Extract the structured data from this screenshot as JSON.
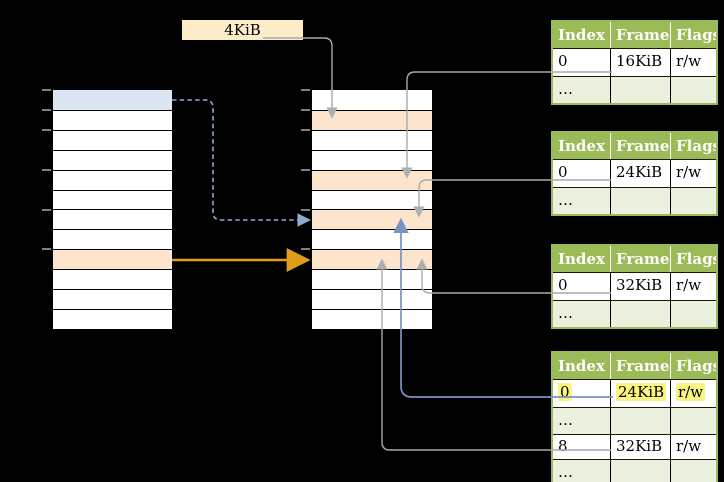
{
  "canvas": {
    "background": "#000000"
  },
  "size_label": {
    "text": "4KiB"
  },
  "colors": {
    "background": "#000000",
    "table_header_bg": "#9bbb59",
    "table_dots_row_bg": "#ebf1de",
    "table_body_bg": "#ffffff",
    "table_header_text": "#ffffff",
    "highlight_yellow": "#fbf57f",
    "frame_orange": "#fde4cd",
    "page_blue": "#dbe5f1",
    "label_cream": "#fdecc8",
    "connector_gray": "#a9a9a9",
    "connector_blue": "#7793c5",
    "connector_dashed_blue": "#8ea9d2",
    "connector_orange": "#df9c1a",
    "tick_gray": "#7f7f7f"
  },
  "virtual_memory": {
    "rows": 12,
    "highlighted": [
      {
        "row": 0,
        "color_key": "page_blue"
      },
      {
        "row": 8,
        "color_key": "frame_orange"
      }
    ],
    "ticks": [
      0,
      1,
      2,
      4,
      6,
      8
    ]
  },
  "physical_memory": {
    "rows": 12,
    "highlighted": [
      {
        "row": 1,
        "color_key": "frame_orange"
      },
      {
        "row": 4,
        "color_key": "frame_orange"
      },
      {
        "row": 6,
        "color_key": "frame_orange"
      },
      {
        "row": 8,
        "color_key": "frame_orange"
      }
    ],
    "ticks": [
      0,
      1,
      2,
      4,
      6,
      8
    ]
  },
  "page_tables": [
    {
      "name": "page-table-1",
      "headers": [
        "Index",
        "Frame",
        "Flags"
      ],
      "rows": [
        {
          "style": "normal",
          "cells": [
            "0",
            "16KiB",
            "r/w"
          ]
        },
        {
          "style": "dots",
          "cells": [
            "…",
            "",
            ""
          ]
        }
      ]
    },
    {
      "name": "page-table-2",
      "headers": [
        "Index",
        "Frame",
        "Flags"
      ],
      "rows": [
        {
          "style": "normal",
          "cells": [
            "0",
            "24KiB",
            "r/w"
          ]
        },
        {
          "style": "dots",
          "cells": [
            "…",
            "",
            ""
          ]
        }
      ]
    },
    {
      "name": "page-table-3",
      "headers": [
        "Index",
        "Frame",
        "Flags"
      ],
      "rows": [
        {
          "style": "normal",
          "cells": [
            "0",
            "32KiB",
            "r/w"
          ]
        },
        {
          "style": "dots",
          "cells": [
            "…",
            "",
            ""
          ]
        }
      ]
    },
    {
      "name": "page-table-4",
      "headers": [
        "Index",
        "Frame",
        "Flags"
      ],
      "rows": [
        {
          "style": "highlight",
          "cells": [
            "0",
            "24KiB",
            "r/w"
          ]
        },
        {
          "style": "dots",
          "cells": [
            "…",
            "",
            ""
          ]
        },
        {
          "style": "normal",
          "cells": [
            "8",
            "32KiB",
            "r/w"
          ]
        },
        {
          "style": "dots",
          "cells": [
            "…",
            "",
            ""
          ]
        }
      ]
    }
  ],
  "connectors": [
    {
      "name": "connector-4kib-label-to-frame",
      "style": "solid",
      "color_key": "connector_gray"
    },
    {
      "name": "connector-table1-frame-16kib",
      "style": "solid",
      "color_key": "connector_gray"
    },
    {
      "name": "connector-table2-frame-24kib",
      "style": "solid",
      "color_key": "connector_gray"
    },
    {
      "name": "connector-table3-frame-32kib",
      "style": "solid",
      "color_key": "connector_gray"
    },
    {
      "name": "connector-table4-frame-24kib",
      "style": "solid",
      "color_key": "connector_blue"
    },
    {
      "name": "connector-table4-frame-32kib",
      "style": "solid",
      "color_key": "connector_gray"
    },
    {
      "name": "connector-virtual-page0",
      "style": "dashed",
      "color_key": "connector_dashed_blue"
    },
    {
      "name": "connector-virtual-page8",
      "style": "solid",
      "color_key": "connector_orange"
    }
  ]
}
